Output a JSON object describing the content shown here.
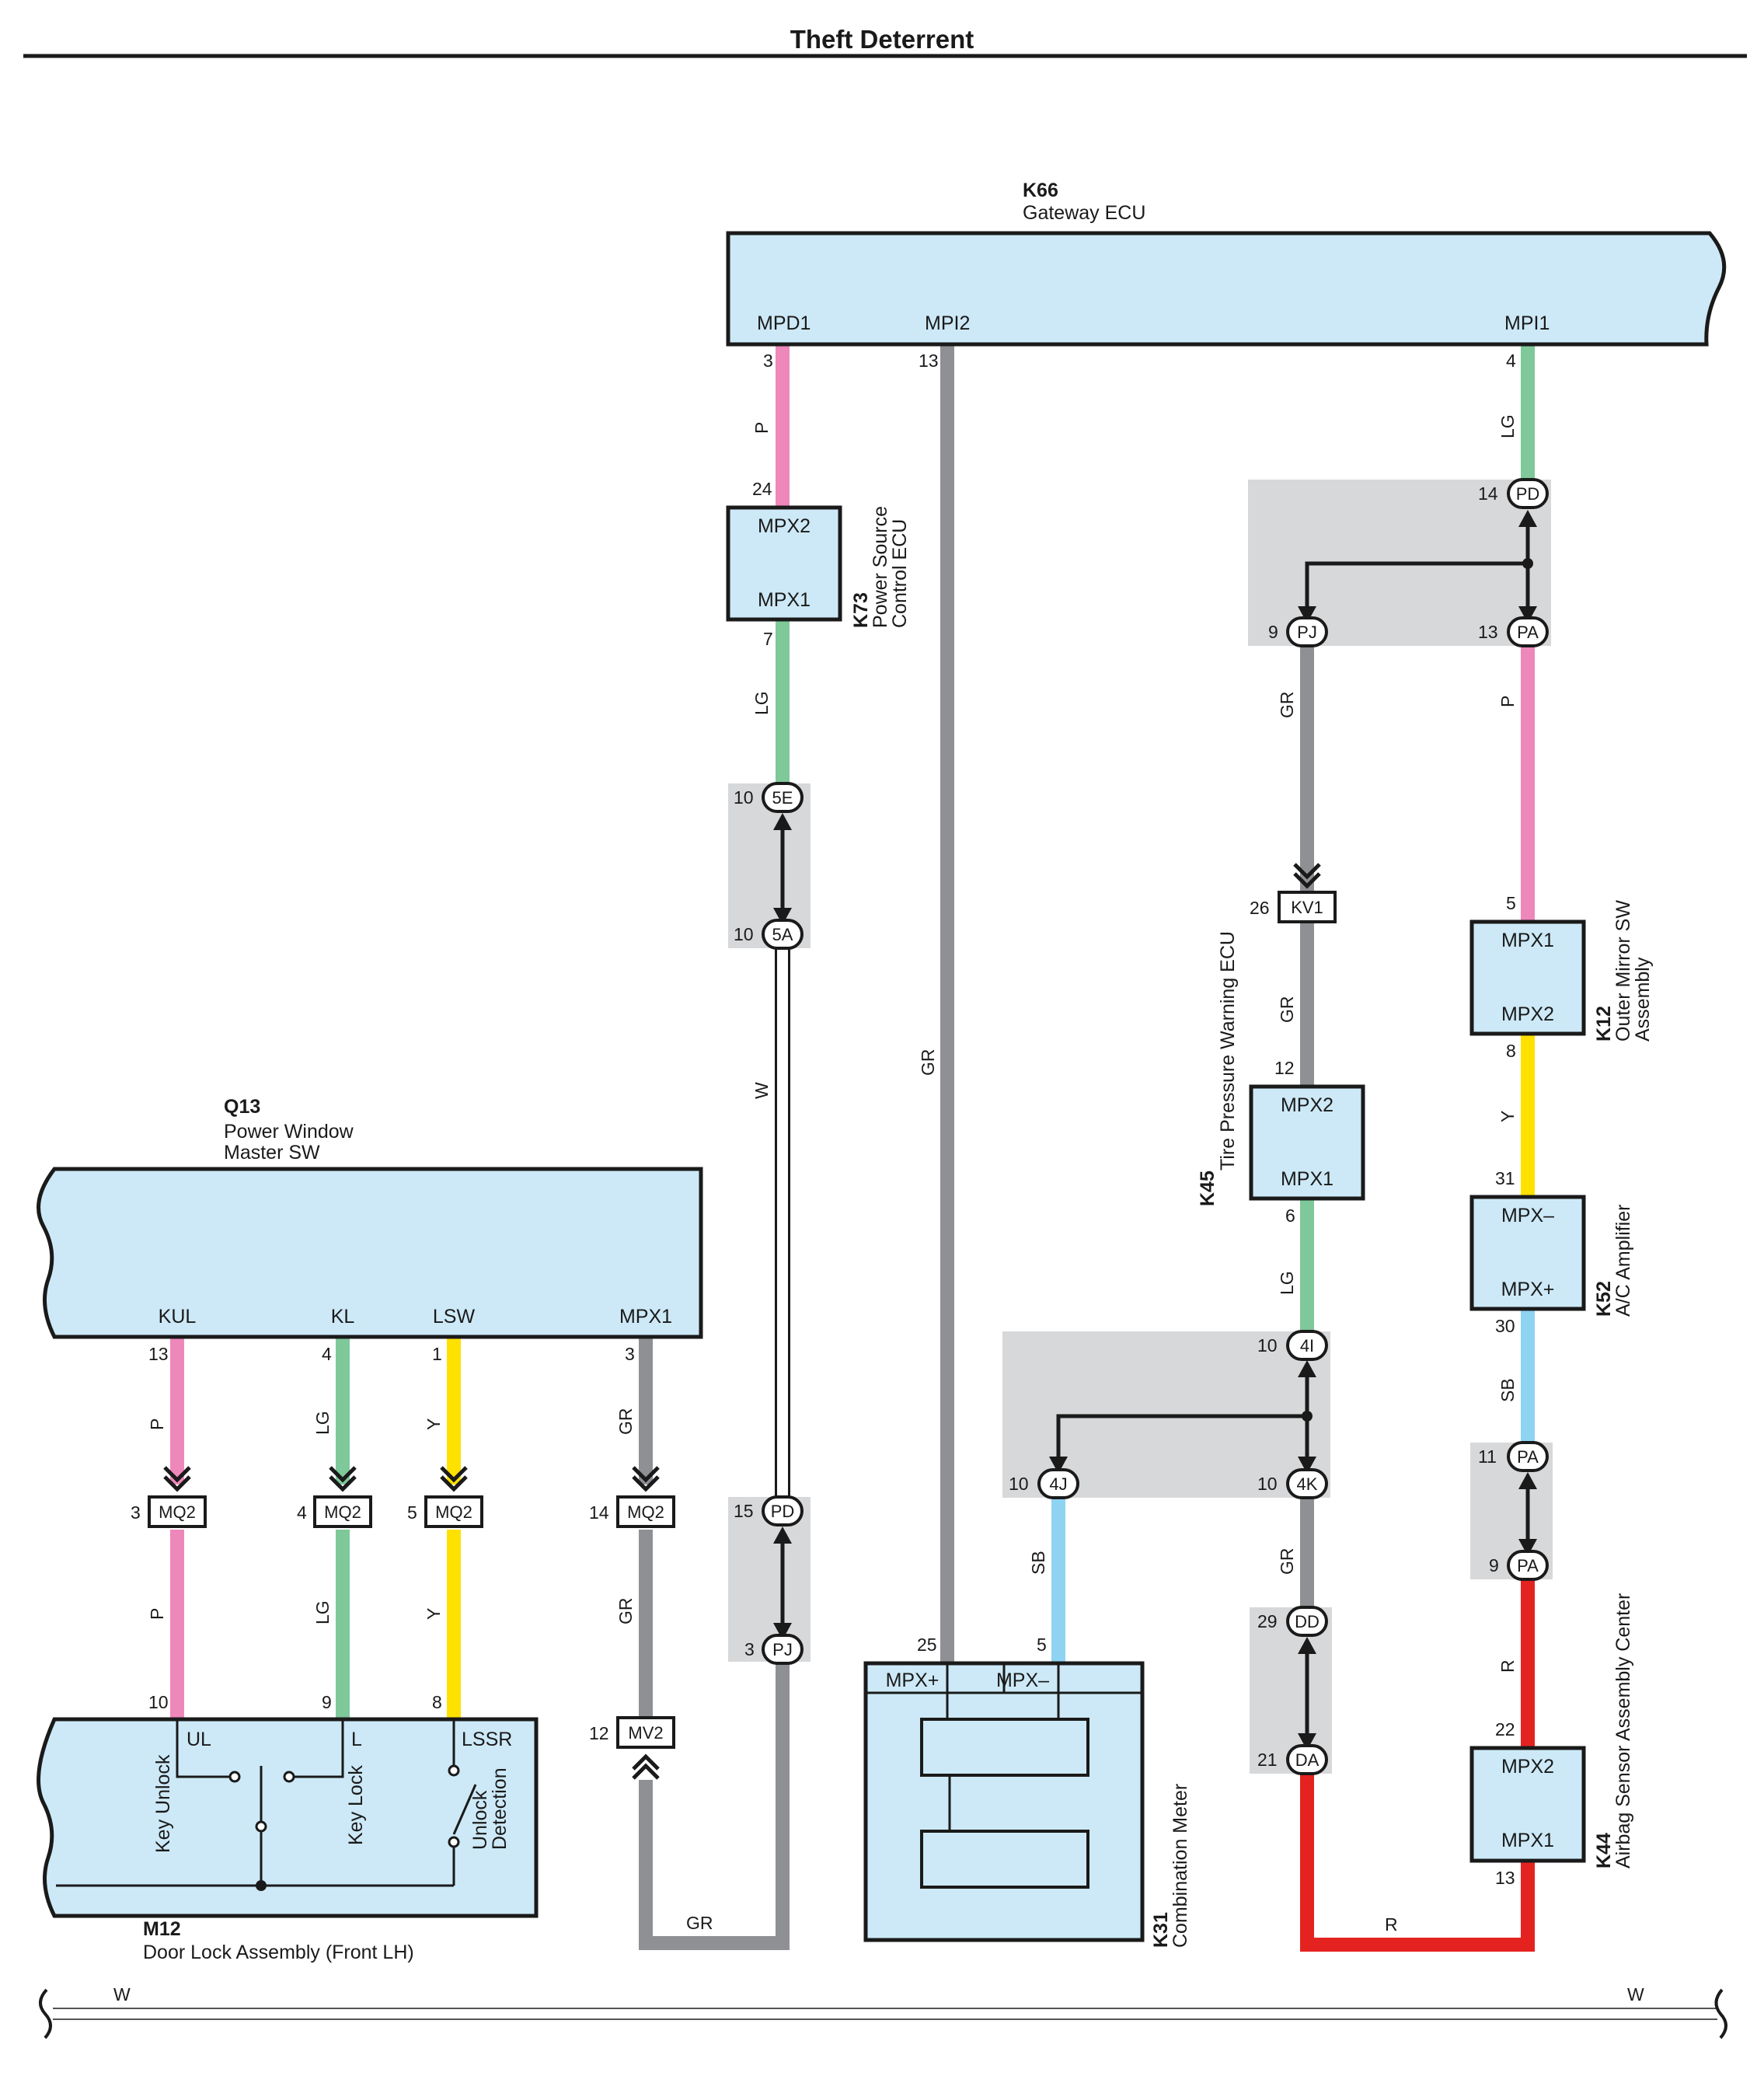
{
  "title": "Theft Deterrent",
  "components": {
    "k66": {
      "id": "K66",
      "name": "Gateway ECU",
      "pins": {
        "mpd1": "MPD1",
        "mpi2": "MPI2",
        "mpi1": "MPI1"
      },
      "pin_numbers": {
        "mpd1": "3",
        "mpi2": "13",
        "mpi1": "4"
      }
    },
    "k73": {
      "id": "K73",
      "name_line1": "Power Source",
      "name_line2": "Control ECU",
      "pins": {
        "mpx2": "MPX2",
        "mpx1": "MPX1"
      },
      "pin_numbers": {
        "mpx2": "24",
        "mpx1": "7"
      }
    },
    "q13": {
      "id": "Q13",
      "name_line1": "Power Window",
      "name_line2": "Master SW",
      "pins": {
        "kul": "KUL",
        "kl": "KL",
        "lsw": "LSW",
        "mpx1": "MPX1"
      },
      "pin_numbers": {
        "kul": "13",
        "kl": "4",
        "lsw": "1",
        "mpx1": "3"
      }
    },
    "m12": {
      "id": "M12",
      "name": "Door Lock Assembly (Front LH)",
      "pins": {
        "ul": "UL",
        "l": "L",
        "lssr": "LSSR"
      },
      "pin_numbers": {
        "ul": "10",
        "l": "9",
        "lssr": "8"
      },
      "switches": {
        "key_unlock": "Key Unlock",
        "key_lock": "Key Lock",
        "unlock_line1": "Unlock",
        "unlock_line2": "Detection"
      }
    },
    "k31": {
      "id": "K31",
      "name": "Combination Meter",
      "pins": {
        "mpx_plus": "MPX+",
        "mpx_minus": "MPX–"
      },
      "pin_numbers": {
        "mpx_plus": "25",
        "mpx_minus": "5"
      }
    },
    "k45": {
      "id": "K45",
      "name": "Tire Pressure Warning ECU",
      "pins": {
        "mpx2": "MPX2",
        "mpx1": "MPX1"
      },
      "pin_numbers": {
        "mpx2": "12",
        "mpx1": "6"
      }
    },
    "k12": {
      "id": "K12",
      "name_line1": "Outer Mirror SW",
      "name_line2": "Assembly",
      "pins": {
        "mpx1": "MPX1",
        "mpx2": "MPX2"
      },
      "pin_numbers": {
        "mpx1": "5",
        "mpx2": "8"
      }
    },
    "k52": {
      "id": "K52",
      "name": "A/C Amplifier",
      "pins": {
        "mpx_minus": "MPX–",
        "mpx_plus": "MPX+"
      },
      "pin_numbers": {
        "mpx_minus": "31",
        "mpx_plus": "30"
      }
    },
    "k44": {
      "id": "K44",
      "name": "Airbag Sensor Assembly Center",
      "pins": {
        "mpx2": "MPX2",
        "mpx1": "MPX1"
      },
      "pin_numbers": {
        "mpx2": "22",
        "mpx1": "13"
      }
    }
  },
  "connectors": {
    "mq2_a": {
      "label": "MQ2",
      "pin": "3"
    },
    "mq2_b": {
      "label": "MQ2",
      "pin": "4"
    },
    "mq2_c": {
      "label": "MQ2",
      "pin": "5"
    },
    "mq2_d": {
      "label": "MQ2",
      "pin": "14"
    },
    "mv2": {
      "label": "MV2",
      "pin": "12"
    },
    "kv1": {
      "label": "KV1",
      "pin": "26"
    }
  },
  "junctions": {
    "j5e": {
      "label": "5E",
      "pin": "10"
    },
    "j5a": {
      "label": "5A",
      "pin": "10"
    },
    "jpd_a": {
      "label": "PD",
      "pin": "15"
    },
    "jpj_a": {
      "label": "PJ",
      "pin": "3"
    },
    "jpd_b": {
      "label": "PD",
      "pin": "14"
    },
    "jpj_b": {
      "label": "PJ",
      "pin": "9"
    },
    "jpa_b": {
      "label": "PA",
      "pin": "13"
    },
    "j4i": {
      "label": "4I",
      "pin": "10"
    },
    "j4j": {
      "label": "4J",
      "pin": "10"
    },
    "j4k": {
      "label": "4K",
      "pin": "10"
    },
    "jdd": {
      "label": "DD",
      "pin": "29"
    },
    "jda": {
      "label": "DA",
      "pin": "21"
    },
    "jpa_c": {
      "label": "PA",
      "pin": "11"
    },
    "jpa_d": {
      "label": "PA",
      "pin": "9"
    }
  },
  "wire_labels": {
    "p1": "P",
    "lg1": "LG",
    "w1": "W",
    "gr1": "GR",
    "lg2": "LG",
    "gr2": "GR",
    "p2": "P",
    "gr3": "GR",
    "y1": "Y",
    "lg3": "LG",
    "sb1": "SB",
    "gr4": "GR",
    "sb2": "SB",
    "r1": "R",
    "r2": "R",
    "q_p1": "P",
    "q_lg1": "LG",
    "q_y1": "Y",
    "q_gr1": "GR",
    "q_p2": "P",
    "q_lg2": "LG",
    "q_y2": "Y",
    "q_gr2": "GR",
    "gr_bottom": "GR",
    "w_left": "W",
    "w_right": "W"
  },
  "colors": {
    "ecu_fill": "#cde9f7",
    "joint_fill": "#d7d8da",
    "P": "#ee88bb",
    "LG": "#7fc89a",
    "GR": "#8e9094",
    "Y": "#ffe100",
    "SB": "#8fd3f3",
    "R": "#e42320",
    "W": "#ffffff"
  }
}
